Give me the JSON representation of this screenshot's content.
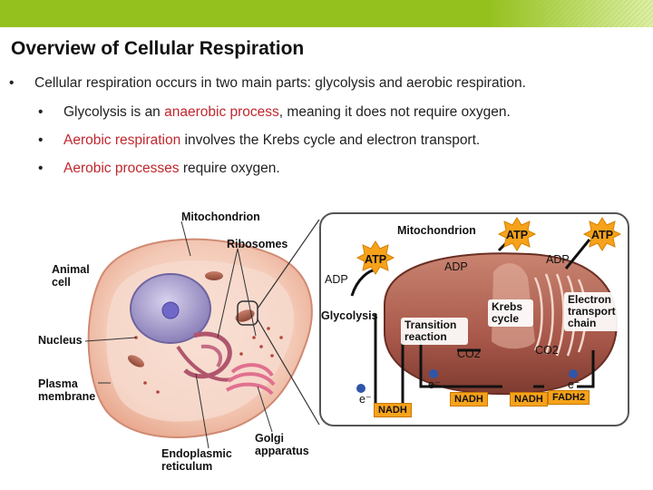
{
  "slide": {
    "title": "Overview of Cellular Respiration",
    "bullet_main": "Cellular respiration occurs in two main parts: glycolysis and aerobic respiration.",
    "sub1_pre": "Glycolysis is an ",
    "sub1_red": "anaerobic process",
    "sub1_post": ", meaning it does not require oxygen.",
    "sub2_red": "Aerobic respiration",
    "sub2_post": " involves the Krebs cycle and electron transport.",
    "sub3_red": "Aerobic processes",
    "sub3_post": " require oxygen.",
    "bullet_symbol": "•"
  },
  "figure": {
    "cell_labels": {
      "mitochondrion": "Mitochondrion",
      "ribosomes": "Ribosomes",
      "animal_cell": "Animal cell",
      "nucleus": "Nucleus",
      "plasma_membrane": "Plasma membrane",
      "golgi": "Golgi apparatus",
      "er": "Endoplasmic reticulum"
    },
    "panel": {
      "title": "Mitochondrion",
      "atp": "ATP",
      "adp": "ADP",
      "glycolysis": "Glycolysis",
      "transition": "Transition reaction",
      "krebs": "Krebs cycle",
      "etc": "Electron transport chain",
      "co2": "CO2",
      "nadh": "NADH",
      "fadh2": "FADH2",
      "electron": "e⁻"
    },
    "colors": {
      "accent_red": "#c0272d",
      "top_bar": "#95c11f",
      "atp_star": "#f6a21a",
      "mito": "#a85a4a"
    }
  }
}
